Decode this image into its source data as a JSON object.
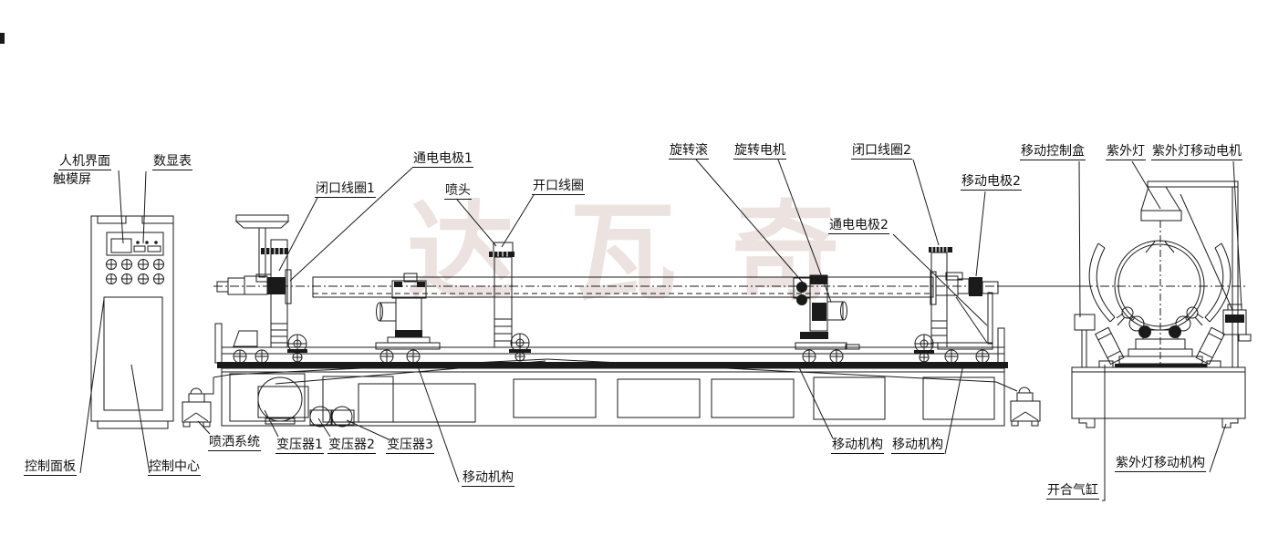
{
  "diagram": {
    "type": "patent-style machine line drawing",
    "description_visible_text_only": true
  },
  "watermark": {
    "text": "达瓦奇",
    "color": "#ece3e0"
  },
  "colors": {
    "line": "#1a1a1a",
    "background": "#ffffff",
    "watermark": "#ece3e0"
  },
  "labels": {
    "hmi_line1": "人机界面",
    "hmi_line2": "触模屏",
    "digital_display": "数显表",
    "control_panel": "控制面板",
    "control_center": "控制中心",
    "spray_system": "喷洒系统",
    "transformer1": "变压器1",
    "transformer2": "变压器2",
    "transformer3": "变压器3",
    "moving_mech_left": "移动机构",
    "electrode1": "通电电极1",
    "closed_coil1": "闭口线圈1",
    "nozzle": "喷头",
    "open_coil": "开口线圈",
    "rotating_roller": "旋转滚",
    "rotating_motor": "旋转电机",
    "closed_coil2": "闭口线圈2",
    "electrode2": "通电电极2",
    "moving_electrode2": "移动电极2",
    "moving_mech_mid1": "移动机构",
    "moving_mech_mid2": "移动机构",
    "moving_control_box": "移动控制盒",
    "uv_lamp": "紫外灯",
    "uv_lamp_motor": "紫外灯移动电机",
    "uv_lamp_moving_mech": "紫外灯移动机构",
    "open_close_cylinder": "开合气缸"
  }
}
